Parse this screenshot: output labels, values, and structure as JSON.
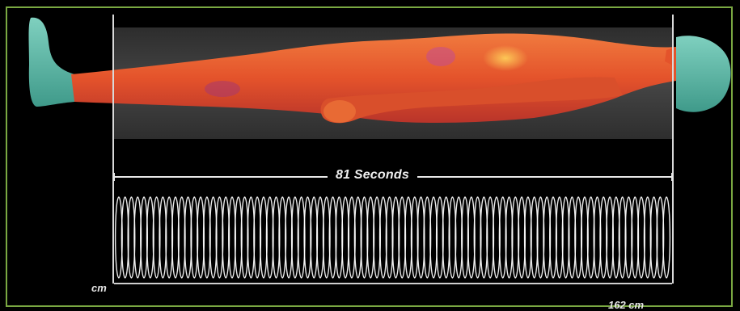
{
  "timeline": {
    "label": "81 Seconds"
  },
  "axis": {
    "unit_left": "cm",
    "unit_right": "162 cm"
  },
  "coil": {
    "turns": 88
  },
  "colors": {
    "frame": "#7aa842",
    "body": "#e05a2c",
    "body_highlight": "#ffb84d",
    "feet_head": "#5fb8a6",
    "band": "#3b3b3b",
    "coil": "#ffffff"
  }
}
